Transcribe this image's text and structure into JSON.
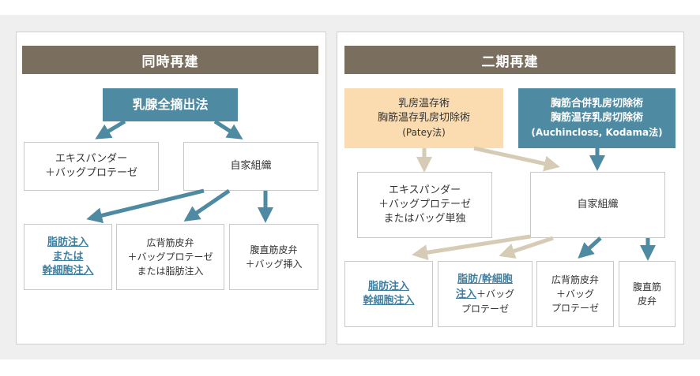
{
  "left_panel": {
    "title": "同時再建",
    "top": "乳腺全摘出法",
    "expander": {
      "l1": "エキスパンダー",
      "l2": "＋バッグプロテーゼ"
    },
    "autologous": "自家組織",
    "fat": {
      "l1": "脂肪注入",
      "l2": "または",
      "l3": "幹細胞注入"
    },
    "latissimus": {
      "l1": "広背筋皮弁",
      "l2": "＋バッグプロテーゼ",
      "l3": "または脂肪注入"
    },
    "rectus": {
      "l1": "腹直筋皮弁",
      "l2": "＋バッグ挿入"
    }
  },
  "right_panel": {
    "title": "二期再建",
    "preserve": {
      "l1": "乳房温存術",
      "l2": "胸筋温存乳房切除術",
      "l3": "(Patey法)"
    },
    "radical": {
      "l1": "胸筋合併乳房切除術",
      "l2": "胸筋温存乳房切除術",
      "l3": "(Auchincloss, Kodama法)"
    },
    "expander": {
      "l1": "エキスパンダー",
      "l2": "＋バッグプロテーゼ",
      "l3": "またはバッグ単独"
    },
    "autologous": "自家組織",
    "fat": {
      "l1": "脂肪注入",
      "l2": "幹細胞注入"
    },
    "fat_stem": {
      "l1": "脂肪/幹細胞",
      "l2a": "注入",
      "l2b": "＋バッグ",
      "l3": "プロテーゼ"
    },
    "latissimus": {
      "l1": "広背筋皮弁",
      "l2": "＋バッグ",
      "l3": "プロテーゼ"
    },
    "rectus": {
      "l1": "腹直筋",
      "l2": "皮弁"
    }
  },
  "colors": {
    "header": "#7a6e5e",
    "teal": "#4e8aa1",
    "beige": "#fbdcb0",
    "tan_arrow": "#d6cbb4",
    "link": "#3f7fa0"
  }
}
